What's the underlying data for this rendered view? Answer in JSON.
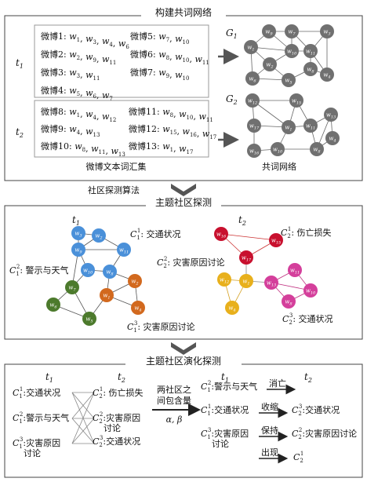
{
  "panel1": {
    "title": "构建共词网络",
    "t1_label": "t",
    "t1_sub": "1",
    "t2_label": "t",
    "t2_sub": "2",
    "vocab_caption": "微博文本词汇集",
    "network_caption": "共词网络",
    "g1_label": "G",
    "g1_sub": "1",
    "g2_label": "G",
    "g2_sub": "2",
    "t1_entries": [
      {
        "head": "微博1:",
        "words": [
          [
            "w",
            "1"
          ],
          [
            "w",
            "3"
          ],
          [
            "w",
            "4"
          ],
          [
            "w",
            "6"
          ]
        ]
      },
      {
        "head": "微博2:",
        "words": [
          [
            "w",
            "2"
          ],
          [
            "w",
            "9"
          ],
          [
            "w",
            "11"
          ]
        ]
      },
      {
        "head": "微博3:",
        "words": [
          [
            "w",
            "3"
          ],
          [
            "w",
            "11"
          ]
        ]
      },
      {
        "head": "微博4:",
        "words": [
          [
            "w",
            "5"
          ],
          [
            "w",
            "6"
          ],
          [
            "w",
            "7"
          ]
        ]
      },
      {
        "head": "微博5:",
        "words": [
          [
            "w",
            "7"
          ],
          [
            "w",
            "10"
          ]
        ]
      },
      {
        "head": "微博6:",
        "words": [
          [
            "w",
            "8"
          ],
          [
            "w",
            "10"
          ],
          [
            "w",
            "11"
          ]
        ]
      },
      {
        "head": "微博7:",
        "words": [
          [
            "w",
            "9"
          ],
          [
            "w",
            "10"
          ]
        ]
      }
    ],
    "t2_entries": [
      {
        "head": "微博8:",
        "words": [
          [
            "w",
            "1"
          ],
          [
            "w",
            "4"
          ],
          [
            "w",
            "12"
          ]
        ]
      },
      {
        "head": "微博9:",
        "words": [
          [
            "w",
            "4"
          ],
          [
            "w",
            "13"
          ]
        ]
      },
      {
        "head": "微博10:",
        "words": [
          [
            "w",
            "8"
          ],
          [
            "w",
            "11"
          ],
          [
            "w",
            "13"
          ]
        ]
      },
      {
        "head": "微博11:",
        "words": [
          [
            "w",
            "8"
          ],
          [
            "w",
            "10"
          ],
          [
            "w",
            "11"
          ]
        ]
      },
      {
        "head": "微博12:",
        "words": [
          [
            "w",
            "15"
          ],
          [
            "w",
            "16"
          ],
          [
            "w",
            "17"
          ]
        ]
      },
      {
        "head": "微博13:",
        "words": [
          [
            "w",
            "1"
          ],
          [
            "w",
            "17"
          ]
        ]
      }
    ],
    "g1_nodes": [
      "w9",
      "w7",
      "w3",
      "w1",
      "w10",
      "w11",
      "w2",
      "w8",
      "w4",
      "w6",
      "w5"
    ],
    "g2_nodes": [
      "w12",
      "w15",
      "w17",
      "w11",
      "w13",
      "w1",
      "w16",
      "w10",
      "w8",
      "w4"
    ]
  },
  "arrow1_label": "社区探测算法",
  "panel2": {
    "title": "主题社区探测",
    "t1_label": "t",
    "t1_sub": "1",
    "t2_label": "t",
    "t2_sub": "2",
    "labels": [
      {
        "sup": "1",
        "sub": "1",
        "text": ": 交通状况"
      },
      {
        "sup": "2",
        "sub": "1",
        "text": ": 警示与天气"
      },
      {
        "sup": "3",
        "sub": "1",
        "text": ": 灾害原因讨论"
      },
      {
        "sup": "1",
        "sub": "2",
        "text": ": 伤亡损失"
      },
      {
        "sup": "2",
        "sub": "2",
        "text": ": 灾害原因讨论"
      },
      {
        "sup": "3",
        "sub": "2",
        "text": ": 交通状况"
      }
    ],
    "colors": {
      "blue": "#4a90d9",
      "orange": "#d2691e",
      "green": "#4c7a2c",
      "red": "#c8102e",
      "yellow": "#e8b01c",
      "pink": "#d43f9b"
    },
    "blue_nodes": [
      "w9",
      "w2",
      "w3",
      "w11",
      "w10",
      "w8"
    ],
    "orange_nodes": [
      "w2",
      "w1",
      "w4"
    ],
    "green_nodes": [
      "w7",
      "w6",
      "w5"
    ],
    "red_nodes": [
      "w16",
      "w15",
      "w17"
    ],
    "yellow_nodes": [
      "w12",
      "w1",
      "w4"
    ],
    "pink_nodes": [
      "w13",
      "w11",
      "w10",
      "w8"
    ]
  },
  "panel3": {
    "title": "主题社区演化探测",
    "t1_label": "t",
    "t1_sub": "1",
    "t2_label": "t",
    "t2_sub": "2",
    "left_t1": [
      {
        "sup": "1",
        "sub": "1",
        "text": ":交通状况"
      },
      {
        "sup": "2",
        "sub": "1",
        "text": ":警示与天气"
      },
      {
        "sup": "3",
        "sub": "1",
        "text": ":灾害原因",
        "text2": "讨论"
      }
    ],
    "left_t2": [
      {
        "sup": "1",
        "sub": "2",
        "text": ": 伤亡损失"
      },
      {
        "sup": "2",
        "sub": "2",
        "text": ":灾害原因",
        "text2": "讨论"
      },
      {
        "sup": "3",
        "sub": "2",
        "text": ":交通状况"
      }
    ],
    "middle_line1": "两社区之",
    "middle_line2": "间包含量",
    "middle_params": "α, β",
    "right_t1": [
      {
        "sup": "2",
        "sub": "1",
        "text": ":警示与天气"
      },
      {
        "sup": "1",
        "sub": "1",
        "text": ":交通状况"
      },
      {
        "sup": "3",
        "sub": "1",
        "text": ":灾害原因",
        "text2": "讨论"
      }
    ],
    "actions": [
      "消亡",
      "收缩",
      "保持",
      "出现"
    ],
    "right_t2": [
      {
        "sup": "3",
        "sub": "2",
        "text": ":交通状况"
      },
      {
        "sup": "2",
        "sub": "2",
        "text": ":灾害原因讨论"
      },
      {
        "sup": "1",
        "sub": "2",
        "text": ""
      }
    ]
  }
}
